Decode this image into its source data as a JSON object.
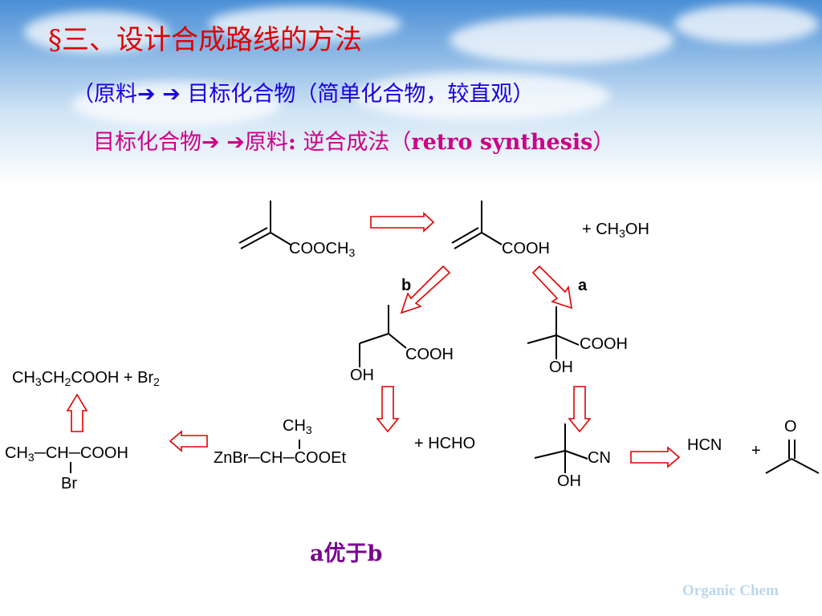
{
  "slide": {
    "title": "§三、设计合成路线的方法",
    "line2": "（原料➔ ➔ 目标化合物（简单化合物，较直观）",
    "line3_part1": "目标化合物➔ ➔原料",
    "line3_colon": ":",
    "line3_part2": " 逆合成法（",
    "line3_en": "retro synthesis",
    "line3_close": "）",
    "conclusion": "a优于b",
    "watermark": "Organic Chem"
  },
  "diagram": {
    "labels": {
      "cooch3": "COOCH",
      "cooch3_sub": "3",
      "cooh_top": "COOH",
      "plus_ch3oh": "+   CH",
      "plus_ch3oh_sub": "3",
      "plus_ch3oh_end": "OH",
      "path_b": "b",
      "path_a": "a",
      "b_cooh": "COOH",
      "b_oh": "OH",
      "a_cooh": "COOH",
      "a_oh": "OH",
      "propanoic": "CH",
      "propanoic_sub1": "3",
      "propanoic_mid": "CH",
      "propanoic_sub2": "2",
      "propanoic_end": "COOH  +  Br",
      "propanoic_sub3": "2",
      "bromo_chain": "CH",
      "bromo_sub": "3",
      "bromo_rest": "─CH─COOH",
      "bromo_br": "Br",
      "ch3_top": "CH",
      "ch3_top_sub": "3",
      "reformatsky": "ZnBr─CH─COOEt",
      "plus_hcho": "+  HCHO",
      "cn": "CN",
      "cn_oh": "OH",
      "hcn": "HCN",
      "plus": "+",
      "ketone_o": "O"
    }
  }
}
